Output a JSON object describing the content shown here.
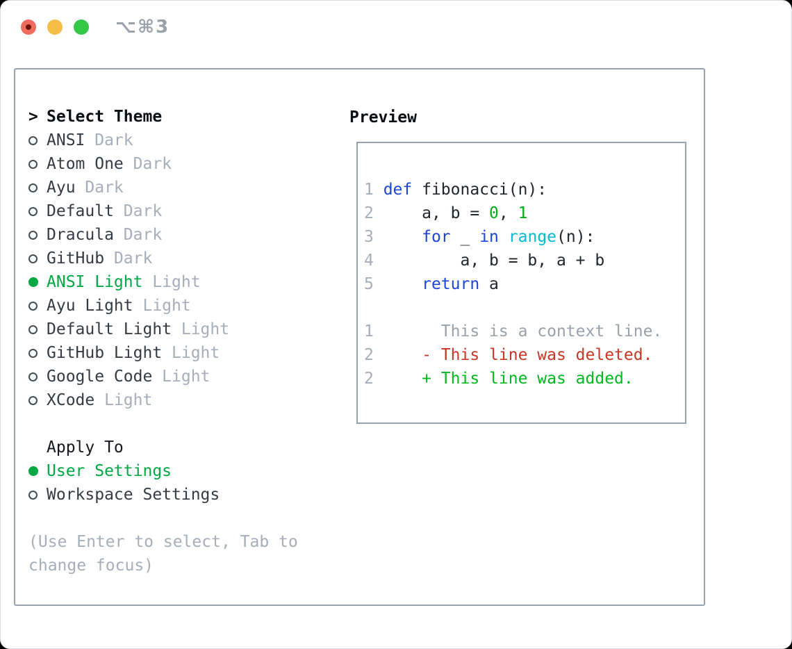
{
  "window": {
    "shortcut_label": "⌥⌘3"
  },
  "theme_panel": {
    "header_marker": ">",
    "header_label": "Select Theme",
    "options": [
      {
        "name": "ANSI",
        "variant": "Dark",
        "selected": false
      },
      {
        "name": "Atom One",
        "variant": "Dark",
        "selected": false
      },
      {
        "name": "Ayu",
        "variant": "Dark",
        "selected": false
      },
      {
        "name": "Default",
        "variant": "Dark",
        "selected": false
      },
      {
        "name": "Dracula",
        "variant": "Dark",
        "selected": false
      },
      {
        "name": "GitHub",
        "variant": "Dark",
        "selected": false
      },
      {
        "name": "ANSI Light",
        "variant": "Light",
        "selected": true
      },
      {
        "name": "Ayu Light",
        "variant": "Light",
        "selected": false
      },
      {
        "name": "Default Light",
        "variant": "Light",
        "selected": false
      },
      {
        "name": "GitHub Light",
        "variant": "Light",
        "selected": false
      },
      {
        "name": "Google Code",
        "variant": "Light",
        "selected": false
      },
      {
        "name": "XCode",
        "variant": "Light",
        "selected": false
      }
    ],
    "apply_to_label": "Apply To",
    "apply_to_options": [
      {
        "label": "User Settings",
        "selected": true
      },
      {
        "label": "Workspace Settings",
        "selected": false
      }
    ],
    "hint": "(Use Enter to select, Tab to change focus)"
  },
  "preview": {
    "label": "Preview",
    "lines": [
      {
        "num": "1",
        "tokens": [
          {
            "t": "def",
            "c": "keyword"
          },
          {
            "t": " fibonacci(n):",
            "c": "plain"
          }
        ]
      },
      {
        "num": "2",
        "tokens": [
          {
            "t": "    a, b = ",
            "c": "plain"
          },
          {
            "t": "0",
            "c": "number"
          },
          {
            "t": ", ",
            "c": "plain"
          },
          {
            "t": "1",
            "c": "number"
          }
        ]
      },
      {
        "num": "3",
        "tokens": [
          {
            "t": "    ",
            "c": "plain"
          },
          {
            "t": "for",
            "c": "keyword"
          },
          {
            "t": " _ ",
            "c": "plain"
          },
          {
            "t": "in",
            "c": "keyword"
          },
          {
            "t": " ",
            "c": "plain"
          },
          {
            "t": "range",
            "c": "builtin"
          },
          {
            "t": "(n):",
            "c": "plain"
          }
        ]
      },
      {
        "num": "4",
        "tokens": [
          {
            "t": "        a, b = b, a + b",
            "c": "plain"
          }
        ]
      },
      {
        "num": "5",
        "tokens": [
          {
            "t": "    ",
            "c": "plain"
          },
          {
            "t": "return",
            "c": "keyword"
          },
          {
            "t": " a",
            "c": "plain"
          }
        ]
      },
      {
        "num": "",
        "tokens": []
      },
      {
        "num": "1",
        "tokens": [
          {
            "t": "      This is a context line.",
            "c": "context"
          }
        ]
      },
      {
        "num": "2",
        "tokens": [
          {
            "t": "    - This line was deleted.",
            "c": "deleted"
          }
        ]
      },
      {
        "num": "2",
        "tokens": [
          {
            "t": "    + This line was added.",
            "c": "added"
          }
        ]
      }
    ]
  },
  "colors": {
    "accent_green": "#00a844",
    "added_green": "#00b91e",
    "literal_green": "#00ad16",
    "deleted_red": "#c93623",
    "keyword_blue": "#1b46d6",
    "builtin_cyan": "#00bcd4",
    "dim_gray": "#a5aebb",
    "context_gray": "#98a2ad",
    "code_plain": "#21262d",
    "text_dark": "#353b44",
    "heading_dark": "#0c0f13",
    "border_gray": "#98a2ae"
  }
}
